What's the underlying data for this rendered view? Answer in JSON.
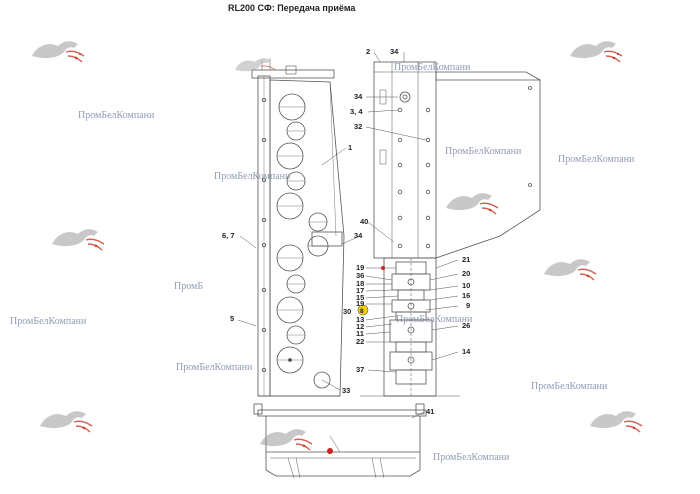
{
  "title": "RL200 СФ: Передача приёма",
  "watermark_text": "ПромБелКомпани",
  "watermark_truncated": "ПромБ",
  "colors": {
    "line": "#555555",
    "red_dot": "#cc2222",
    "watermark_text": "#7e8aa8",
    "logo_red": "#c83a2a",
    "logo_gray": "#9a9a9a",
    "highlight": "#f2d200"
  },
  "icons": {
    "logo": "galloping-horse-logo"
  },
  "callouts": {
    "c1": "1",
    "c2": "2",
    "c34a": "34",
    "c34b": "34",
    "c34c": "34",
    "c34": "3, 4",
    "c32": "32",
    "c67": "6, 7",
    "c5": "5",
    "c33": "33",
    "c40": "40",
    "c21": "21",
    "c20": "20",
    "c10": "10",
    "c16": "16",
    "c9": "9",
    "c26": "26",
    "c14": "14",
    "c19": "19",
    "c36": "36",
    "c18": "18",
    "c17": "17",
    "c15": "15",
    "c19b": "19",
    "c30": "30",
    "c8": "8",
    "c13": "13",
    "c12": "12",
    "c11": "11",
    "c22": "22",
    "c37": "37",
    "c41": "41"
  }
}
